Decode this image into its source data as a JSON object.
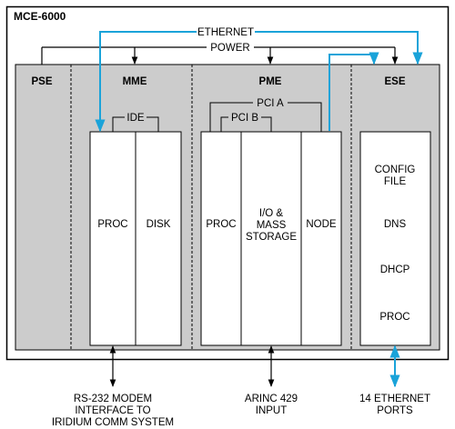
{
  "title": "MCE-6000",
  "buses": {
    "ethernet": "ETHERNET",
    "power": "POWER",
    "pci_a": "PCI A",
    "pci_b": "PCI B",
    "ide": "IDE"
  },
  "modules": {
    "pse": {
      "label": "PSE"
    },
    "mme": {
      "label": "MME",
      "cells": [
        "PROC",
        "DISK"
      ]
    },
    "pme": {
      "label": "PME",
      "cells": [
        "PROC",
        "I/O &",
        "MASS",
        "STORAGE",
        "NODE"
      ]
    },
    "ese": {
      "label": "ESE",
      "items": [
        "CONFIG",
        "FILE",
        "DNS",
        "DHCP",
        "PROC"
      ]
    }
  },
  "interfaces": {
    "rs232": [
      "RS-232 MODEM",
      "INTERFACE TO",
      "IRIDIUM COMM SYSTEM"
    ],
    "arinc": [
      "ARINC 429",
      "INPUT"
    ],
    "ethernet_ports": [
      "14 ETHERNET",
      "PORTS"
    ]
  },
  "colors": {
    "module_fill": "#cccccc",
    "ethernet_line": "#1aa3d9",
    "line": "#000000",
    "background": "#ffffff"
  }
}
